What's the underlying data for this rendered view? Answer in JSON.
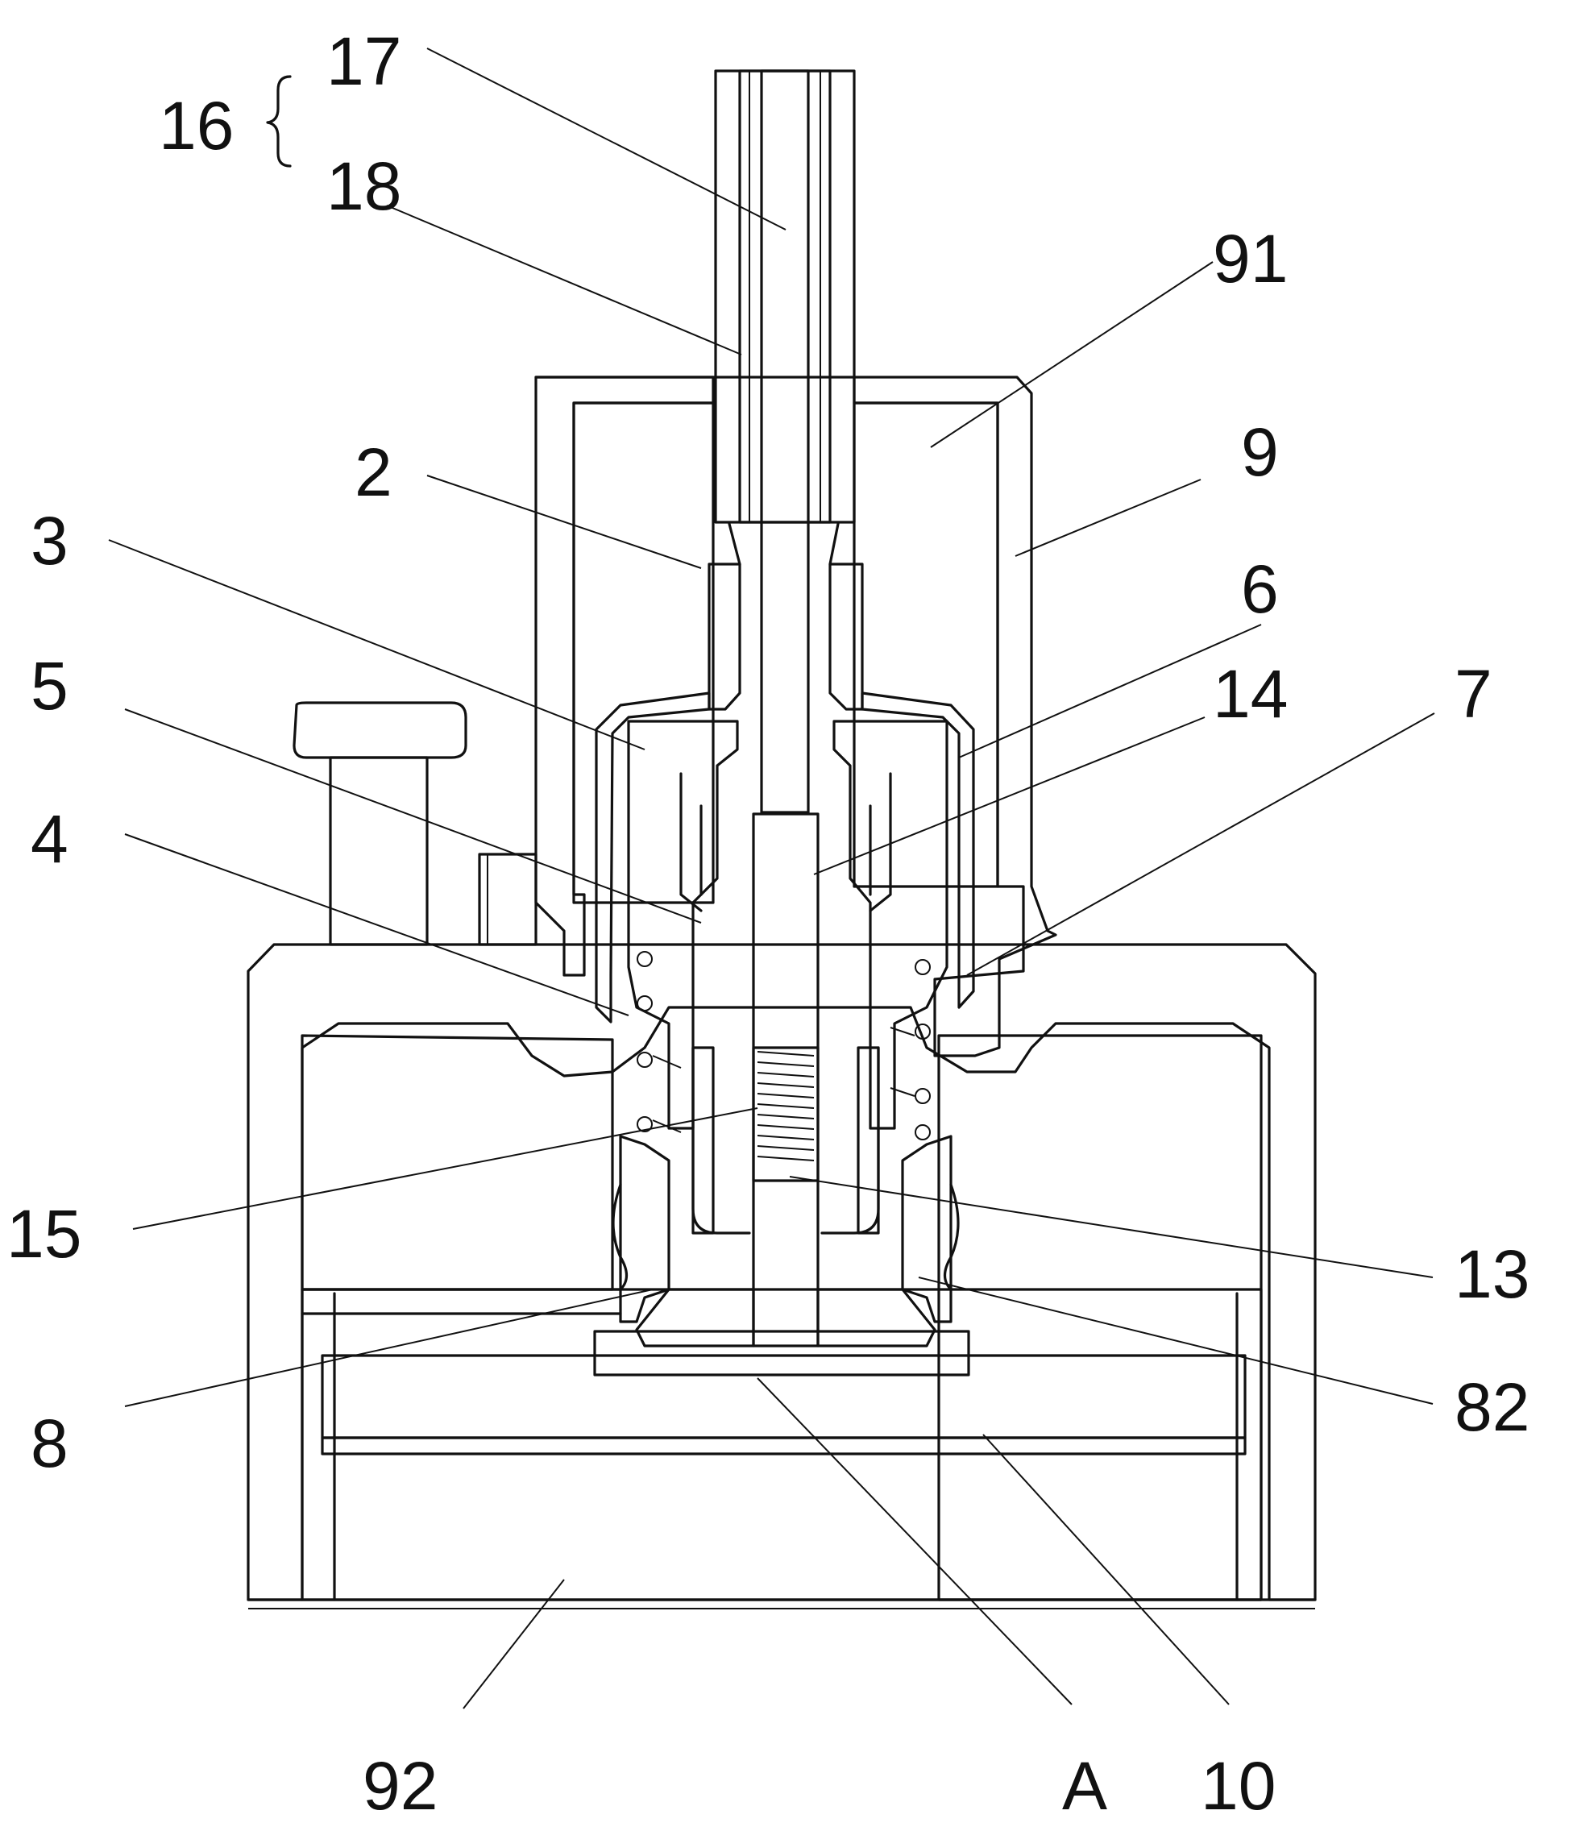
{
  "figure": {
    "labels": {
      "l16": "16",
      "l17": "17",
      "l18": "18",
      "l91": "91",
      "l2": "2",
      "l9": "9",
      "l3": "3",
      "l6": "6",
      "l14": "14",
      "l5": "5",
      "l7": "7",
      "l4": "4",
      "l15": "15",
      "l13": "13",
      "l8": "8",
      "l82": "82",
      "l92": "92",
      "lA": "A",
      "l10": "10"
    }
  }
}
